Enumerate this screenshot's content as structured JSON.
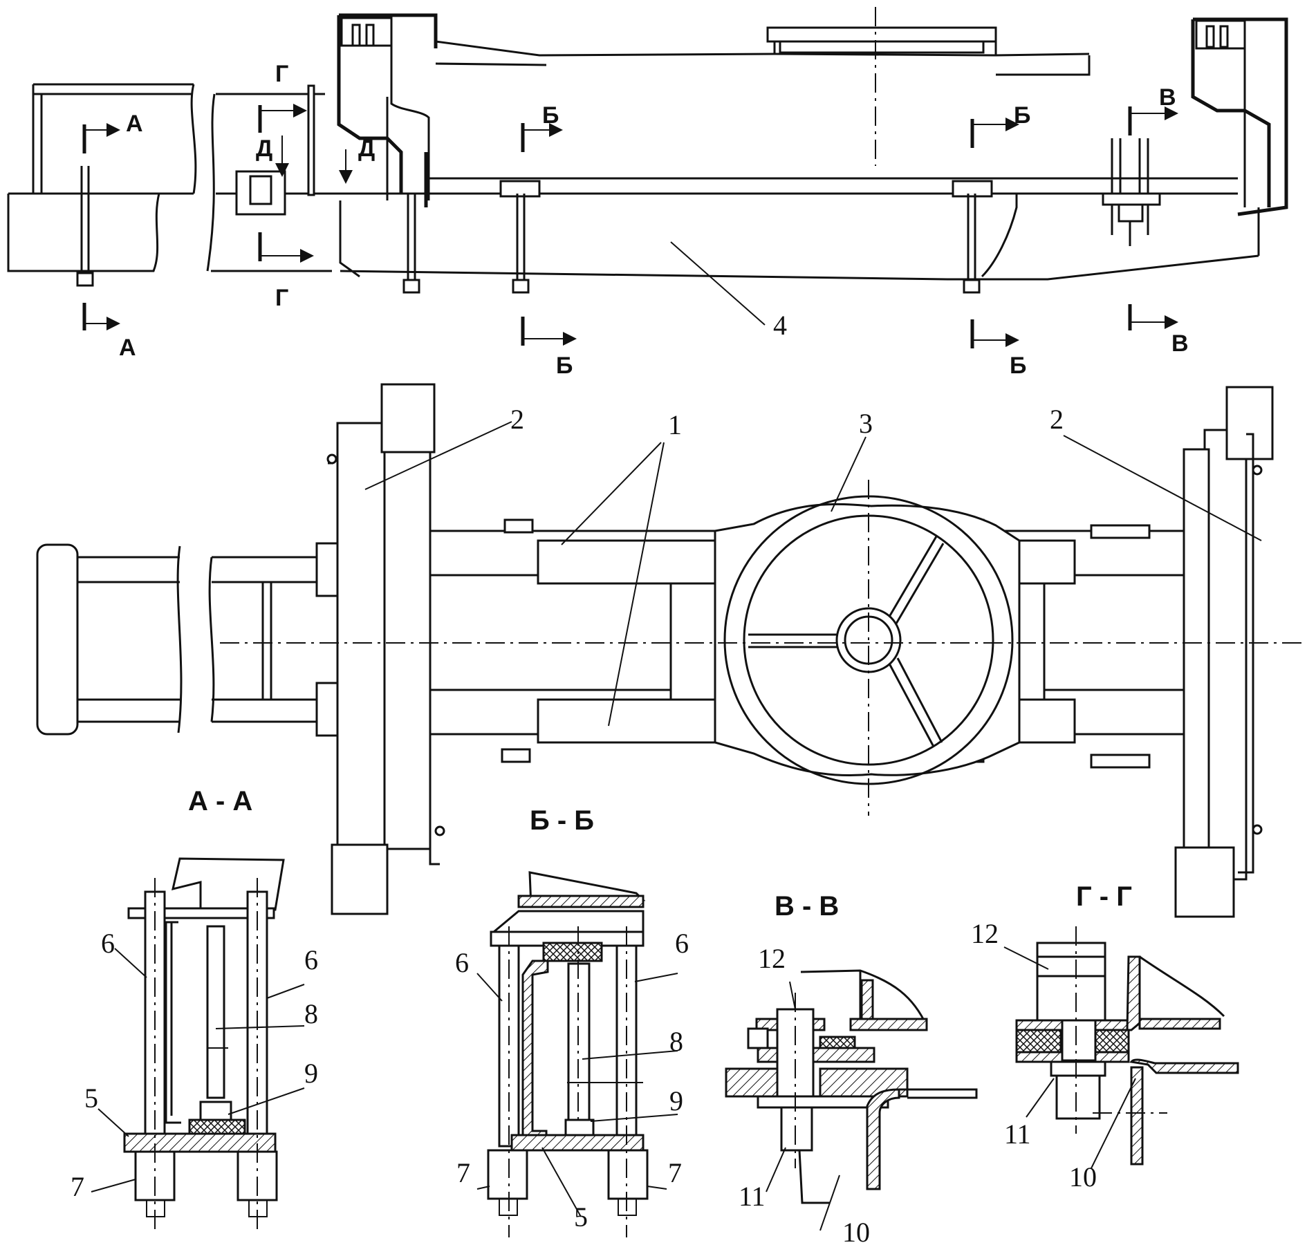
{
  "callouts": {
    "n1": "1",
    "n2": "2",
    "n3": "3",
    "n4": "4",
    "n5": "5",
    "n6": "6",
    "n7": "7",
    "n8": "8",
    "n9": "9",
    "n10": "10",
    "n11": "11",
    "n12": "12"
  },
  "section_marks": {
    "A": "А",
    "B": "Б",
    "V": "В",
    "G": "Г",
    "D": "Д"
  },
  "section_titles": {
    "AA": "А - А",
    "BB": "Б - Б",
    "VV": "В - В",
    "GG": "Г - Г"
  }
}
